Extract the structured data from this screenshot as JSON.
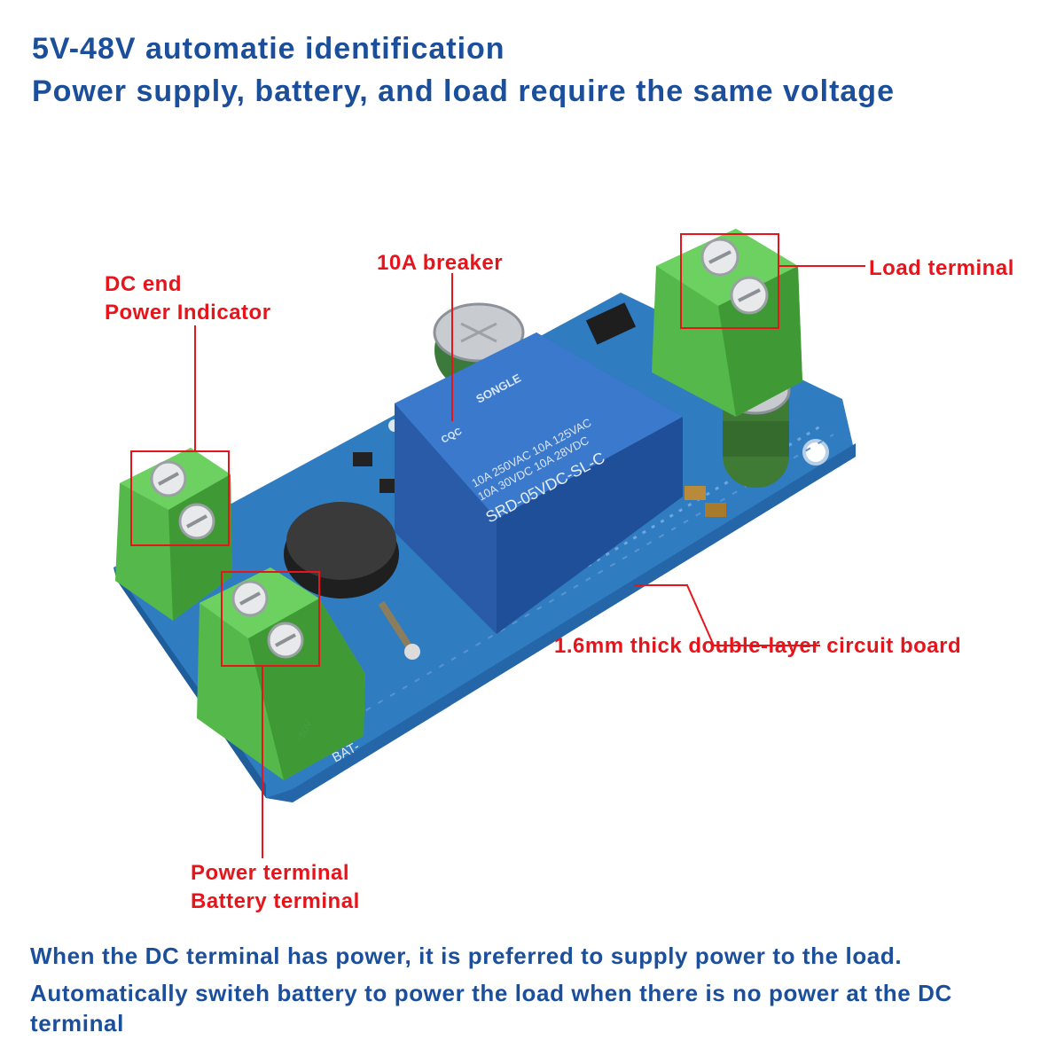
{
  "header": {
    "line1": "5V-48V automatie identification",
    "line2": "Power supply, battery, and load require the same voltage"
  },
  "labels": {
    "dc_end_line1": "DC end",
    "dc_end_line2": "Power Indicator",
    "breaker": "10A breaker",
    "load_terminal": "Load terminal",
    "circuit_board": "1.6mm thick double-layer circuit board",
    "power_terminal_line1": "Power terminal",
    "battery_terminal_line2": "Battery terminal"
  },
  "relay": {
    "brand": "SONGLE",
    "line1": "10A 250VAC 10A 125VAC",
    "line2": "10A 30VDC 10A 28VDC",
    "model": "SRD-05VDC-SL-C",
    "cqc": "CQC"
  },
  "silkscreen": {
    "bat": "BAT-",
    "volt": "~50V"
  },
  "footer": {
    "line1": "When the DC terminal has power, it is preferred to supply power to the load.",
    "line2": "Automatically switeh battery to power the load when there is no power at the DC terminal"
  },
  "colors": {
    "title_blue": "#1b4f9c",
    "label_red": "#e8141b",
    "pcb_blue": "#2f7cc0",
    "terminal_green": "#54b84a",
    "relay_blue": "#2d64b5"
  }
}
